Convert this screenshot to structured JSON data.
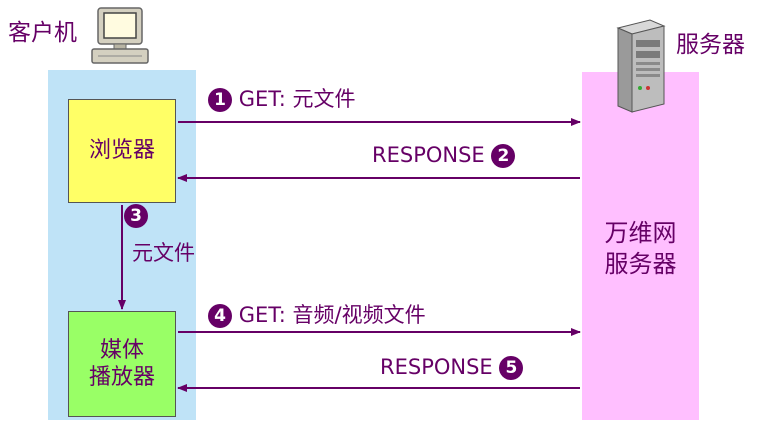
{
  "client": {
    "title": "客户机"
  },
  "server": {
    "title": "服务器",
    "box_line1": "万维网",
    "box_line2": "服务器"
  },
  "browser": {
    "label": "浏览器"
  },
  "player": {
    "line1": "媒体",
    "line2": "播放器"
  },
  "steps": [
    {
      "num": "1",
      "text": "GET: 元文件"
    },
    {
      "num": "2",
      "text": "RESPONSE"
    },
    {
      "num": "3",
      "text": "元文件"
    },
    {
      "num": "4",
      "text": "GET: 音频/视频文件"
    },
    {
      "num": "5",
      "text": "RESPONSE"
    }
  ],
  "colors": {
    "client_bg": "#bfe3f7",
    "server_bg": "#ffbfff",
    "browser_bg": "#ffff66",
    "player_bg": "#99ff66",
    "accent": "#660066"
  },
  "icons": {
    "client": "computer-icon",
    "server": "server-tower-icon"
  }
}
